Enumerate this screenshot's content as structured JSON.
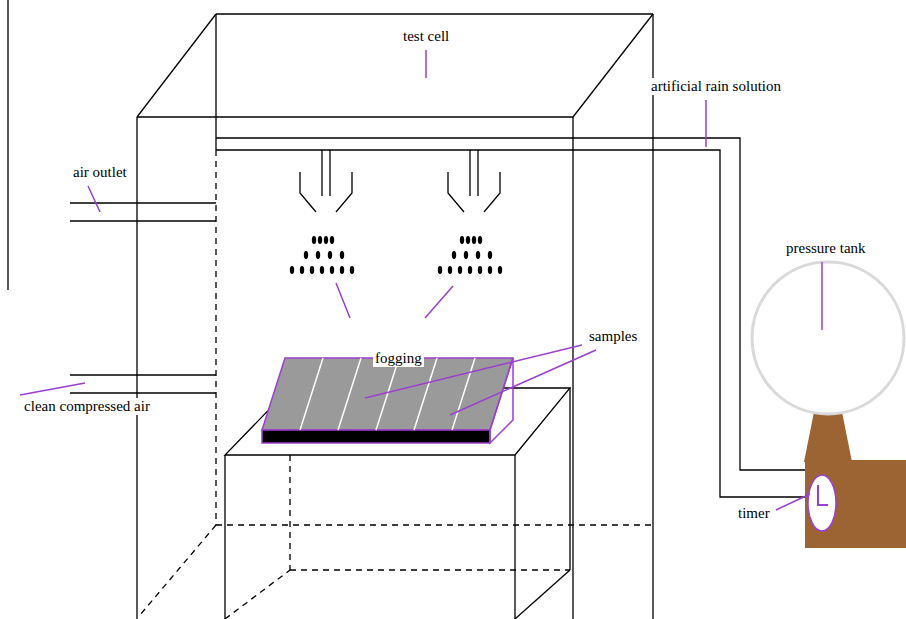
{
  "diagram": {
    "labels": [
      "test cell",
      "artificial rain solution",
      "air outlet",
      "fogging",
      "samples",
      "clean compressed air",
      "pressure tank",
      "timer"
    ]
  }
}
